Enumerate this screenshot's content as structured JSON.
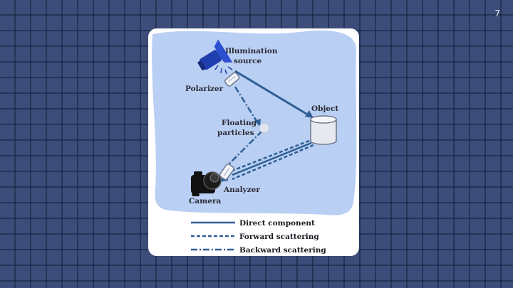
{
  "slide": {
    "page_number": "7"
  },
  "diagram": {
    "labels": {
      "illumination_line1": "Illumination",
      "illumination_line2": "source",
      "polarizer": "Polarizer",
      "object": "Object",
      "floating_line1": "Floating",
      "floating_line2": "particles",
      "analyzer": "Analyzer",
      "camera": "Camera"
    },
    "legend": [
      {
        "label": "Direct component",
        "style": "solid"
      },
      {
        "label": "Forward scattering",
        "style": "dashed"
      },
      {
        "label": "Backward scattering",
        "style": "dash-dot"
      }
    ],
    "colors": {
      "background_blob": "#b9cff3",
      "beam": "#2e5f94",
      "lamp": "#1f3fae",
      "camera": "#111111"
    }
  }
}
